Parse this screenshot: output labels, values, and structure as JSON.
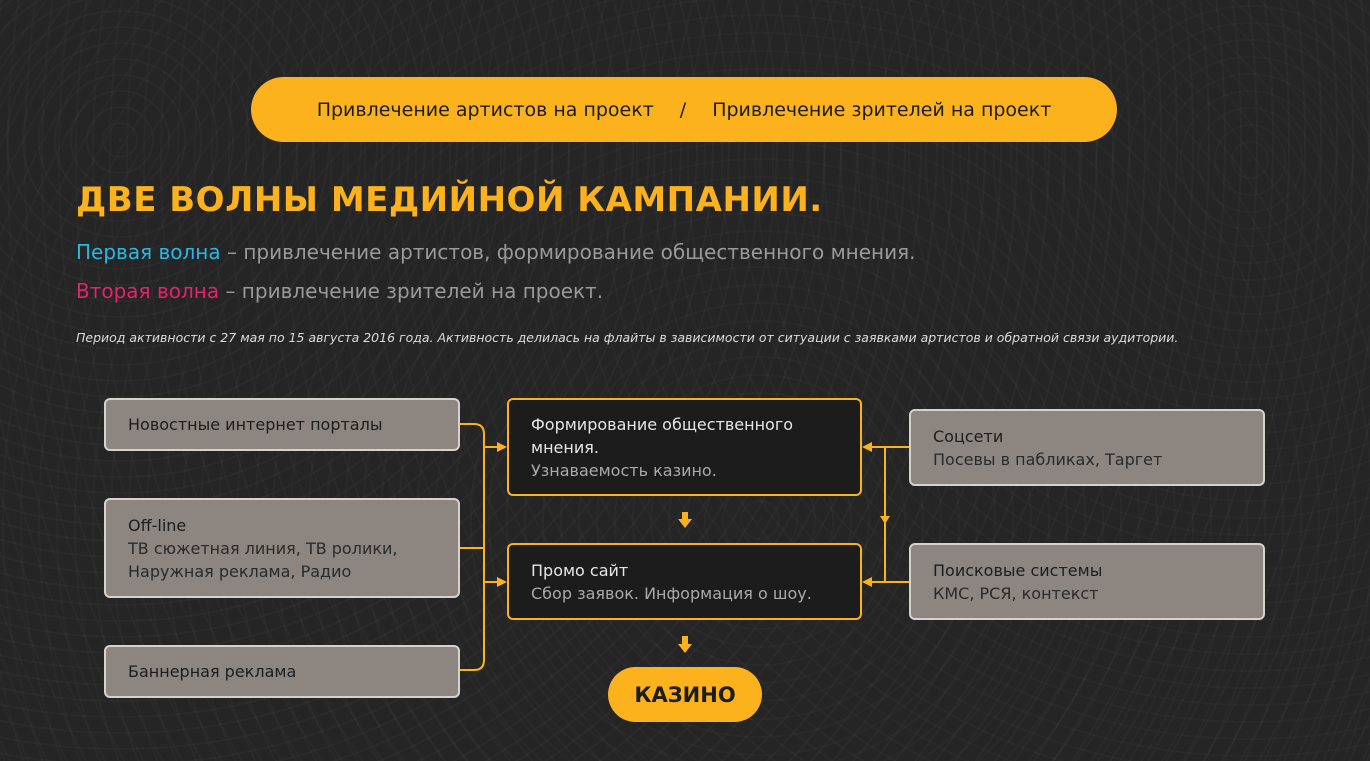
{
  "header": {
    "left": "Привлечение артистов на проект",
    "separator": "/",
    "right": "Привлечение зрителей на проект"
  },
  "title": "ДВЕ ВОЛНЫ МЕДИЙНОЙ КАМПАНИИ.",
  "wave1": {
    "label": "Первая волна",
    "text": " – привлечение артистов, формирование общественного мнения."
  },
  "wave2": {
    "label": "Вторая волна",
    "text": " – привлечение зрителей на проект."
  },
  "note": "Период активности с 27 мая по 15 августа 2016 года. Активность делилась на флайты в зависимости от ситуации с заявками артистов и обратной связи аудитории.",
  "left_boxes": [
    {
      "title": "Новостные интернет порталы",
      "sub": ""
    },
    {
      "title": "Off-line",
      "sub": "ТВ сюжетная линия, ТВ ролики, Наружная реклама, Радио"
    },
    {
      "title": "Баннерная реклама",
      "sub": ""
    }
  ],
  "center_boxes": [
    {
      "title": "Формирование общественного мнения.",
      "sub": "Узнаваемость казино."
    },
    {
      "title": "Промо сайт",
      "sub": "Сбор заявок. Информация о шоу."
    }
  ],
  "right_boxes": [
    {
      "title": "Соцсети",
      "sub": "Посевы в пабликах, Таргет"
    },
    {
      "title": "Поисковые системы",
      "sub": "КМС, РСЯ, контекст"
    }
  ],
  "final": "КАЗИНО",
  "colors": {
    "accent": "#fbb21d",
    "wave1": "#2bb7e3",
    "wave2": "#e3236b",
    "background": "#252525"
  }
}
